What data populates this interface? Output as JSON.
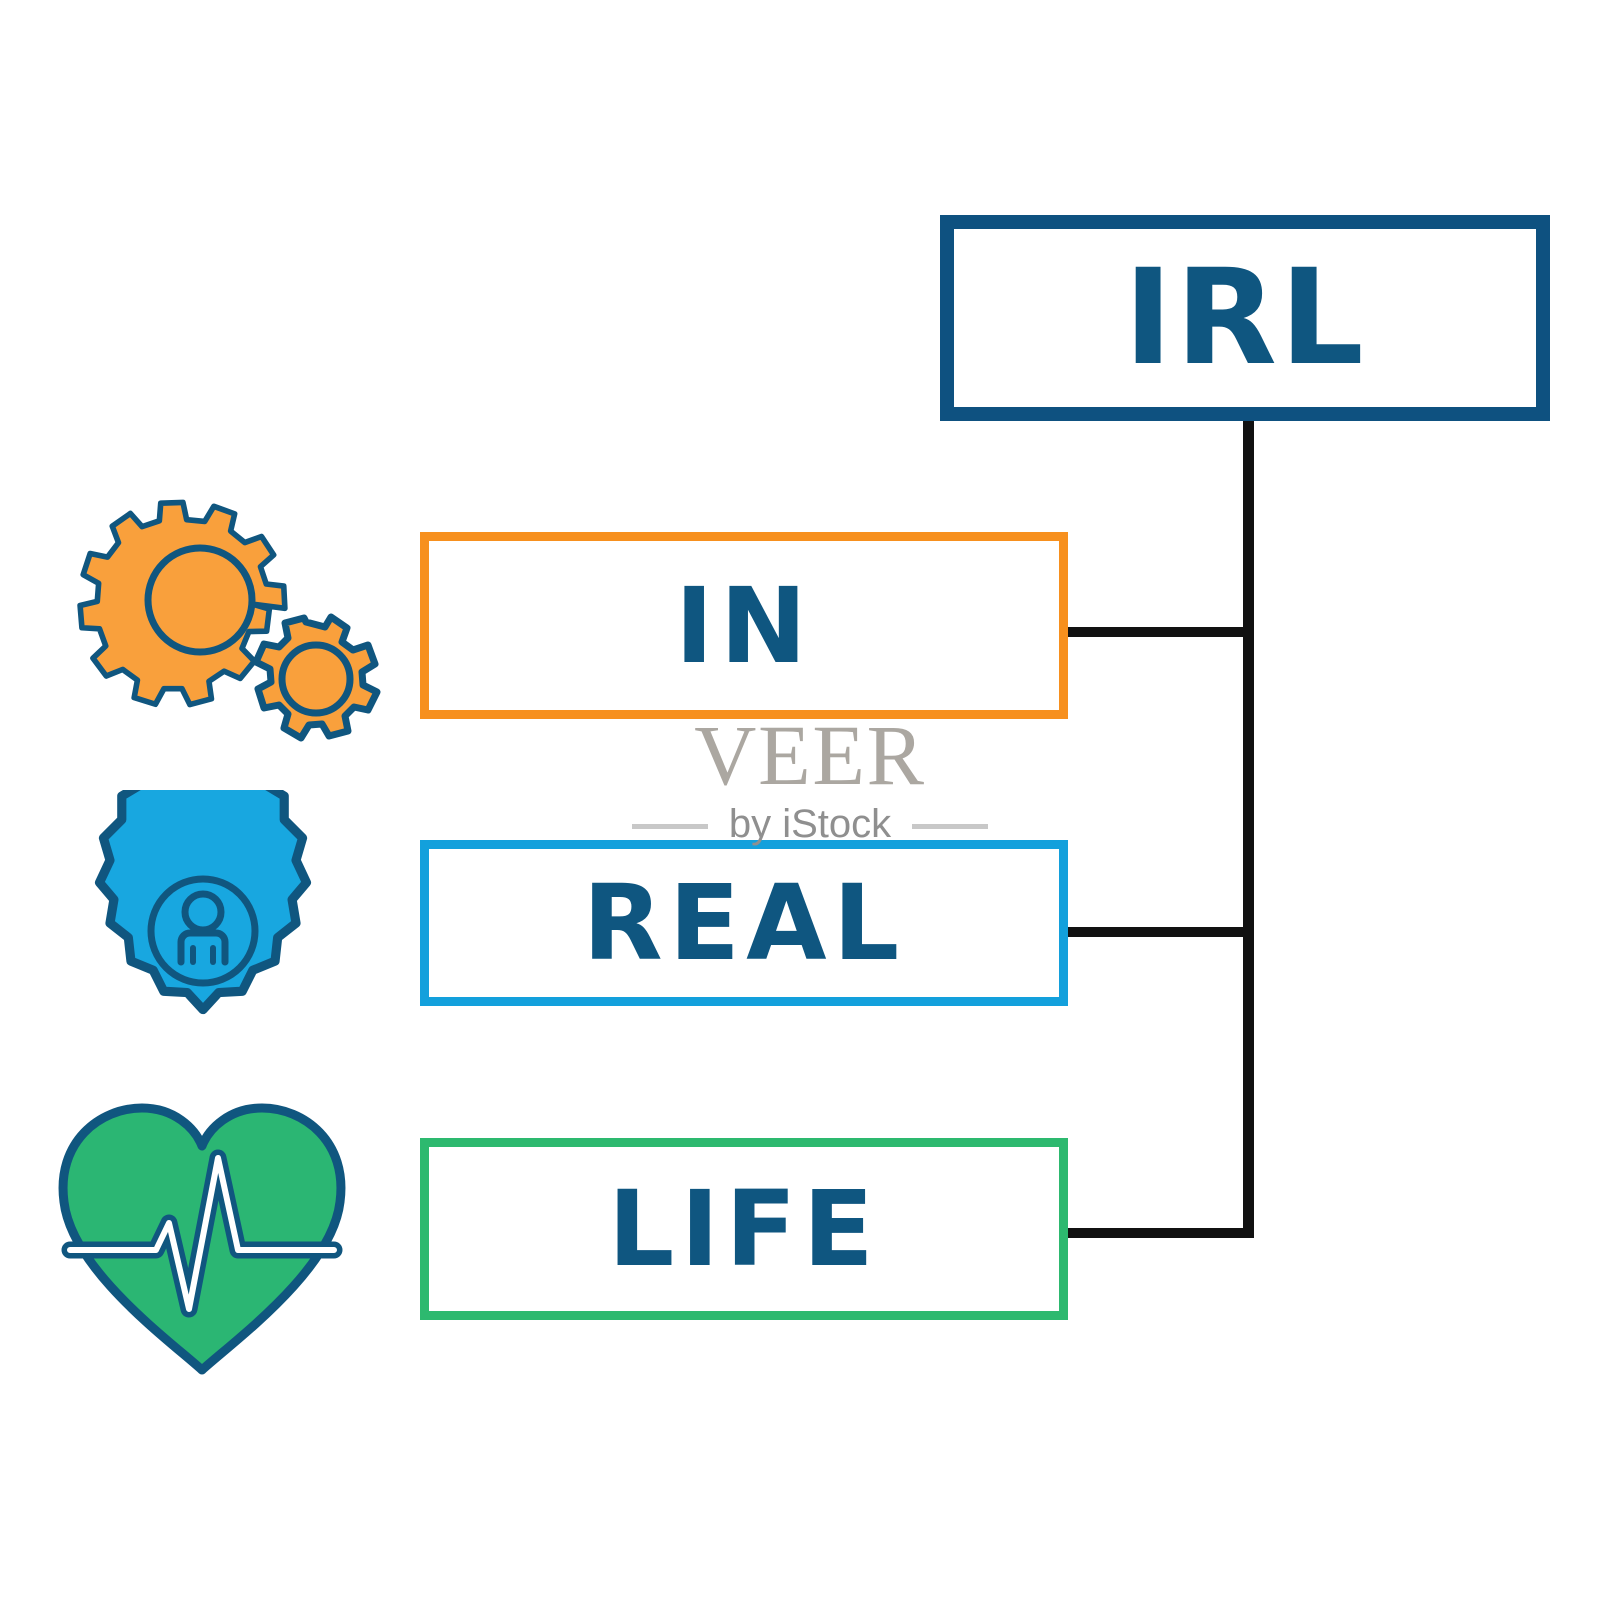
{
  "diagram": {
    "type": "acronym-breakdown",
    "acronym": {
      "label": "IRL",
      "border_color": "#0E5180",
      "text_color": "#0F5680"
    },
    "terms": [
      {
        "label": "IN",
        "border_color": "#F7901E",
        "text_color": "#0F5680",
        "icon": "gears-icon",
        "icon_colors": {
          "fill": "#F9A03C",
          "stroke": "#10567F"
        }
      },
      {
        "label": "REAL",
        "border_color": "#13A0DC",
        "text_color": "#0F5680",
        "icon": "user-in-gear-icon",
        "icon_colors": {
          "fill": "#18A7E0",
          "stroke": "#10567F"
        }
      },
      {
        "label": "LIFE",
        "border_color": "#2DB96F",
        "text_color": "#0F5680",
        "icon": "heartbeat-heart-icon",
        "icon_colors": {
          "fill": "#2BB673",
          "stroke": "#10567F",
          "pulse": "#FFFFFF"
        }
      }
    ],
    "connector_color": "#111111"
  },
  "watermark": {
    "brand": "VEER",
    "attribution": "by iStock",
    "color": "#ABA7A1"
  }
}
